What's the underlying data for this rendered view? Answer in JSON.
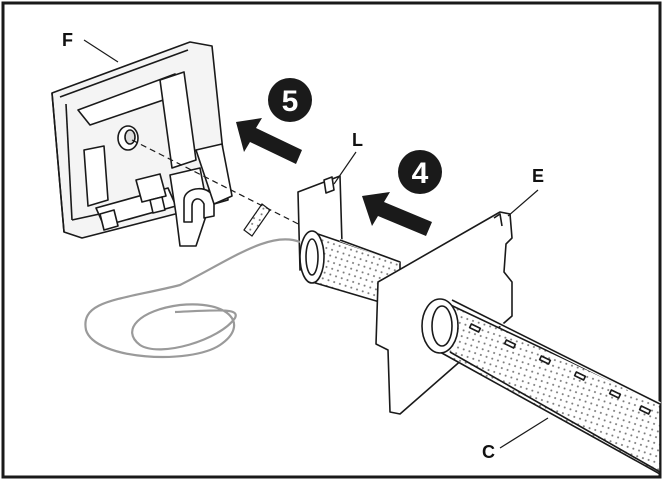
{
  "labels": {
    "F": "F",
    "L": "L",
    "E": "E",
    "C": "C"
  },
  "steps": [
    {
      "number": "5",
      "color": "#1a1a1a"
    },
    {
      "number": "4",
      "color": "#1a1a1a"
    }
  ],
  "colors": {
    "line": "#1a1a1a",
    "cable": "#9a9a9a",
    "panel_fill": "#ffffff",
    "hatch": "#6a6a6a"
  }
}
